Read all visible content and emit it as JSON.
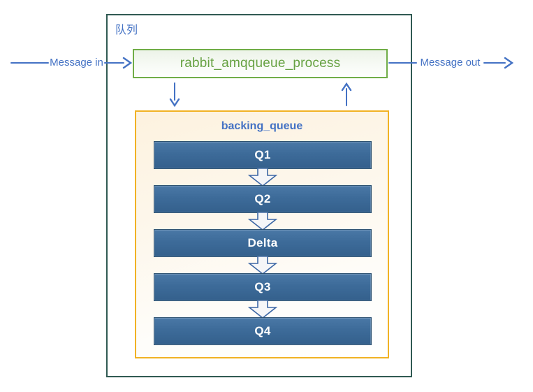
{
  "diagram": {
    "title": "队列",
    "process_box": {
      "label": "rabbit_amqqueue_process"
    },
    "flows": {
      "message_in": "Message in",
      "message_out": "Message out"
    },
    "backing_queue": {
      "label": "backing_queue",
      "stages": [
        "Q1",
        "Q2",
        "Delta",
        "Q3",
        "Q4"
      ]
    }
  },
  "colors": {
    "label_and_arrow_blue": "#4472c4",
    "process_border_green": "#70ad47",
    "process_text_green": "#67a243",
    "outer_border_teal": "#305a53",
    "backing_border_gold": "#f1b224",
    "backing_fill_cream": "#fdf2df",
    "stage_fill_blue": "#3d6b99",
    "stage_border_blue": "#2b5070",
    "stage_text": "#ffffff",
    "block_arrow_fill": "#f5f6f8",
    "block_arrow_stroke": "#3d67a5",
    "background": "#ffffff"
  }
}
